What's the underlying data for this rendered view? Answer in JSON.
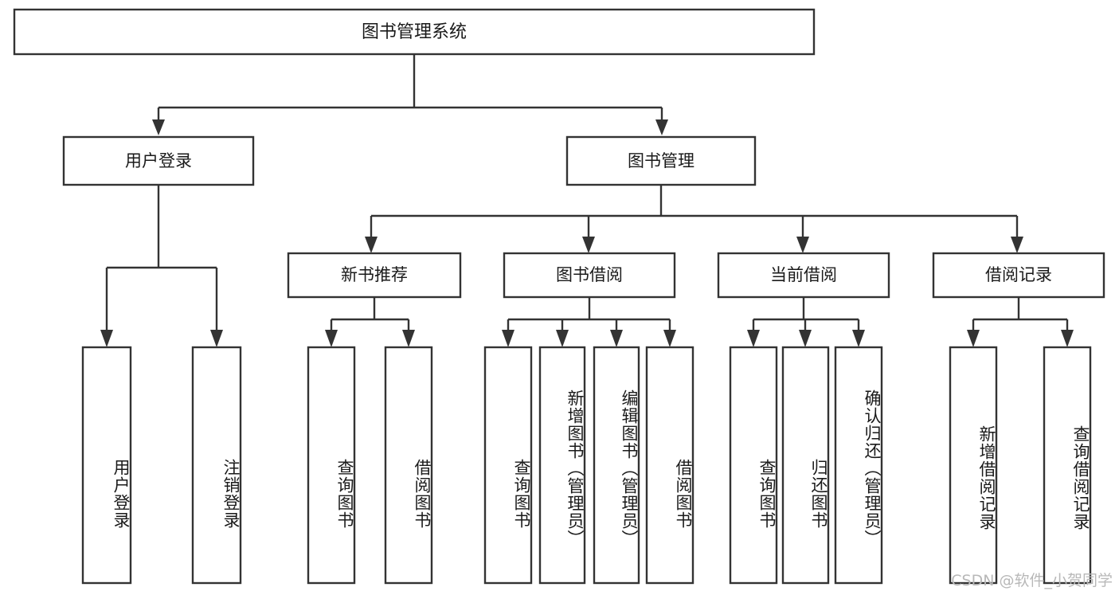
{
  "diagram": {
    "title": "图书管理系统",
    "type": "tree",
    "orientation": "top-down",
    "colors": {
      "stroke": "#333333",
      "box_fill": "#ffffff",
      "text": "#1a1a1a",
      "background": "#ffffff",
      "watermark": "#b8b8b8"
    },
    "root": {
      "label": "图书管理系统"
    },
    "level2": [
      {
        "label": "用户登录"
      },
      {
        "label": "图书管理"
      }
    ],
    "level3": [
      {
        "label": "新书推荐"
      },
      {
        "label": "图书借阅"
      },
      {
        "label": "当前借阅"
      },
      {
        "label": "借阅记录"
      }
    ],
    "leaves": {
      "user_login": [
        {
          "label": "用户登录"
        },
        {
          "label": "注销登录"
        }
      ],
      "new_book_recommend": [
        {
          "label": "查询图书"
        },
        {
          "label": "借阅图书"
        }
      ],
      "book_borrow": [
        {
          "label": "查询图书"
        },
        {
          "label": "新增图书（管理员）"
        },
        {
          "label": "编辑图书（管理员）"
        },
        {
          "label": "借阅图书"
        }
      ],
      "current_borrow": [
        {
          "label": "查询图书"
        },
        {
          "label": "归还图书"
        },
        {
          "label": "确认归还（管理员）"
        }
      ],
      "borrow_record": [
        {
          "label": "新增借阅记录"
        },
        {
          "label": "查询借阅记录"
        }
      ]
    }
  },
  "watermark": {
    "text": "CSDN @软件_小贺同学"
  }
}
